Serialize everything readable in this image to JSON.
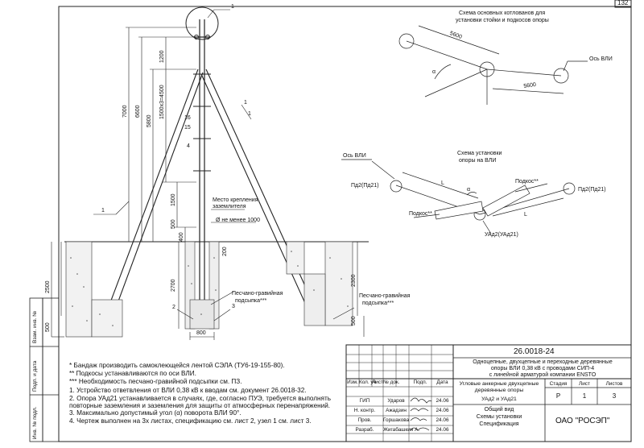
{
  "sheet": {
    "page_number": "132",
    "side_labels": [
      "Инв. № подл.",
      "Подп. и дата",
      "Взам. инв. №"
    ]
  },
  "drawing": {
    "callouts": [
      "1",
      "1",
      "1",
      "1",
      "16",
      "15",
      "4",
      "2",
      "3"
    ],
    "dimensions": {
      "d7000": "7000",
      "d6600": "6600",
      "d5800": "5800",
      "d1200": "1200",
      "d1500x3": "1500х3=4500",
      "d500": "500",
      "d400": "400",
      "d1500": "1500",
      "d200": "200",
      "d2500": "2500",
      "d2700": "2700",
      "d2300": "2300",
      "d500b": "500",
      "d500c": "500",
      "d800": "800"
    },
    "labels": {
      "mounting_place": "Место крепления",
      "mounting_place2": "заземлителя",
      "diameter": "Ø не менее 1000",
      "sand1": "Песчано-гравийная",
      "sand1b": "подсыпка***",
      "sand2": "Песчано-гравийная",
      "sand2b": "подсыпка***"
    }
  },
  "scheme1": {
    "title": "Схема основных котлованов для",
    "title2": "установки стойки и подкосов опоры",
    "dim_a": "5600",
    "dim_b": "5600",
    "axis_label": "Ось ВЛИ",
    "angle": "α"
  },
  "scheme2": {
    "title": "Схема установки",
    "title2": "опоры на ВЛИ",
    "axis_label": "Ось ВЛИ",
    "left_node": "Пд2(Пд21)",
    "right_node": "Пд2(Пд21)",
    "brace1": "Подкос**",
    "brace2": "Подкос**",
    "center_node": "УАд2(УАд21)",
    "len1": "L",
    "len2": "L",
    "angle": "α"
  },
  "notes": [
    "* Бандаж производить самоклеющейся лентой СЭЛА (ТУ6-19-155-80).",
    "** Подкосы устанавливаются по оси ВЛИ.",
    "*** Необходимость песчано-гравийной подсыпки см. ПЗ.",
    "1. Устройство ответвления от ВЛИ 0,38 кВ к вводам см. документ 26.0018-32.",
    "2. Опора УАд21 устанавливается в случаях, где, согласно ПУЭ, требуется выполнять",
    "повторные заземления и заземления для защиты от атмосферных перенапряжений.",
    "3. Максимально допустимый угол (α) поворота ВЛИ 90°.",
    "4. Чертеж выполнен на 3х листах, спецификацию см. лист 2, узел 1 см. лист 3."
  ],
  "title_block": {
    "doc_code": "26.0018-24",
    "doc_title": [
      "Одноцепные, двухцепные и переходные деревянные",
      "опоры ВЛИ 0,38 кВ с проводами СИП-4",
      "с линейной арматурой компании ENSTO"
    ],
    "col_headers": [
      "Изм.",
      "Кол. уч",
      "Лист",
      "№ док.",
      "Подп.",
      "Дата"
    ],
    "part_title": [
      "Угловые анкерные двухцепные",
      "деревянные опоры",
      "УАд2 и УАд21"
    ],
    "stage_label": "Стадия",
    "sheet_label": "Лист",
    "sheets_label": "Листов",
    "stage": "Р",
    "sheet": "1",
    "sheets": "3",
    "view_title": [
      "Общий вид",
      "Схемы установки",
      "Спецификация"
    ],
    "company": "ОАО \"РОСЭП\"",
    "signatures": [
      {
        "role": "ГИП",
        "name": "Ударов",
        "date": "24.06"
      },
      {
        "role": "Н. контр.",
        "name": "Ажадзин",
        "date": "24.06"
      },
      {
        "role": "Пров.",
        "name": "Горшакова",
        "date": "24.06"
      },
      {
        "role": "Разраб.",
        "name": "Жигабашкин А.",
        "date": "24.06"
      }
    ]
  }
}
